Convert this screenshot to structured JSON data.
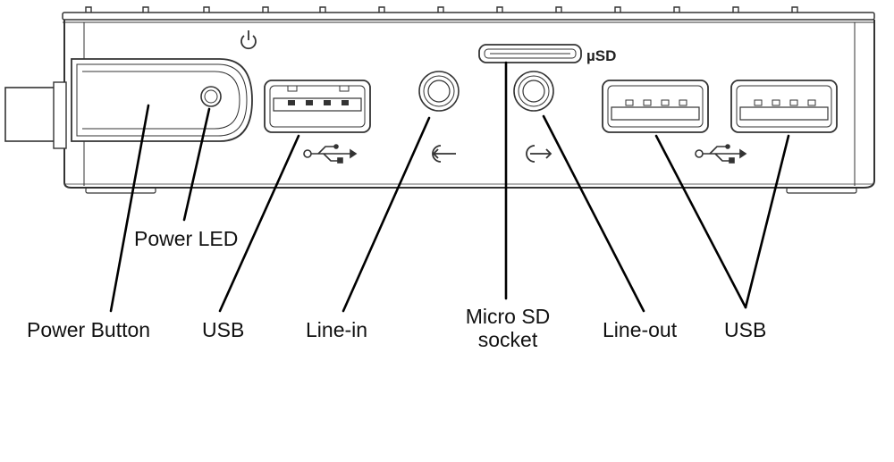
{
  "labels": {
    "power_button": "Power Button",
    "power_led": "Power LED",
    "usb_left": "USB",
    "line_in": "Line-in",
    "microsd_line1": "Micro SD",
    "microsd_line2": "socket",
    "line_out": "Line-out",
    "usb_right": "USB"
  },
  "panel_markings": {
    "microsd": "µSD"
  },
  "colors": {
    "ink": "#111111",
    "outline": "#333333",
    "background": "#ffffff"
  }
}
